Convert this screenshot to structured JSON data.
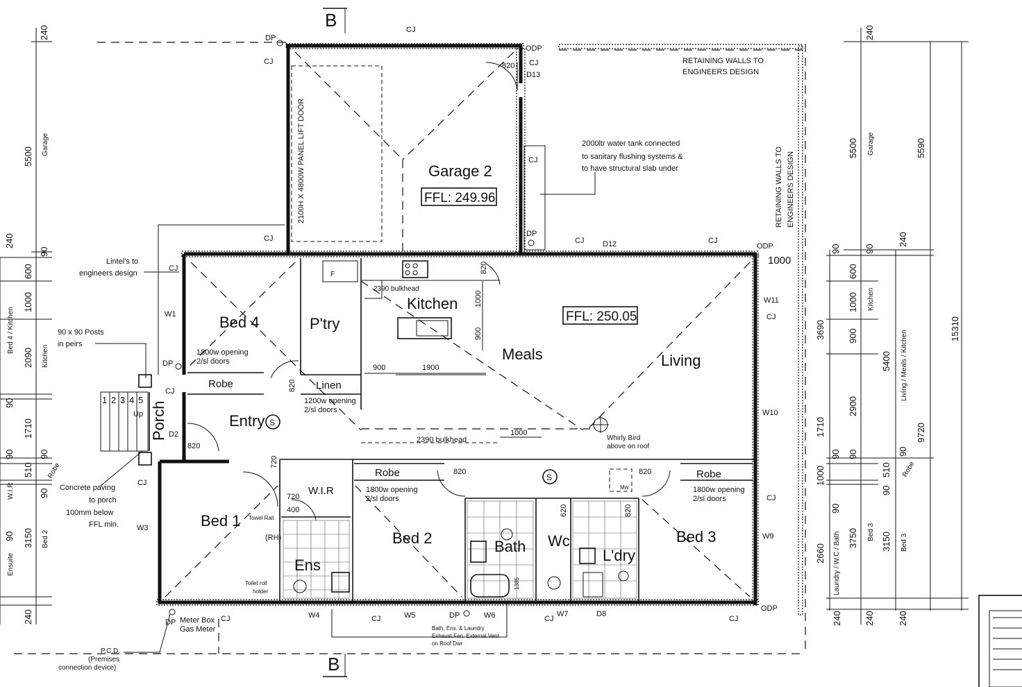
{
  "section_marker": "B",
  "rooms": {
    "garage": "Garage 2",
    "garage_ffl": "FFL: 249.96",
    "bed4": "Bed 4",
    "pantry": "P'try",
    "kitchen": "Kitchen",
    "meals": "Meals",
    "living": "Living",
    "living_ffl": "FFL: 250.05",
    "robe": "Robe",
    "linen": "Linen",
    "entry": "Entry",
    "porch": "Porch",
    "bed1": "Bed 1",
    "wir": "W.I.R",
    "ens": "Ens",
    "bed2": "Bed 2",
    "bath": "Bath",
    "wc": "Wc",
    "laundry": "L'dry",
    "bed3": "Bed 3"
  },
  "notes": {
    "retaining_top_1": "RETAINING WALLS TO",
    "retaining_top_2": "ENGINEERS DESIGN",
    "retaining_side_1": "RETAINING WALLS TO",
    "retaining_side_2": "ENGINEERS DESIGN",
    "tank_1": "2000ltr water tank connected",
    "tank_2": "to sanitary flushing systems &",
    "tank_3": "to have structural slab under",
    "lift_door": "2100H X 4800W PANEL LIFT DOOR",
    "lintels_1": "Lintel's to",
    "lintels_2": "engineers design",
    "posts_1": "90 x 90 Posts",
    "posts_2": "in peirs",
    "paving_1": "Concrete paving",
    "paving_2": "to porch",
    "paving_3": "100mm below",
    "paving_4": "FFL min.",
    "bulkhead_top": "2390 bulkhead",
    "bulkhead_mid": "2390 bulkhead",
    "opening_bed4_1": "1800w opening",
    "opening_bed4_2": "2/sl doors",
    "opening_linen_1": "1200w opening",
    "opening_linen_2": "2/sl doors",
    "opening_bed2_1": "1800w opening",
    "opening_bed2_2": "2/sl doors",
    "opening_bed3_1": "1800w opening",
    "opening_bed3_2": "2/sl doors",
    "whirly_1": "Whirly Bird",
    "whirly_2": "above on roof",
    "towel_rail": "Towel Rail",
    "rh": "(RH)",
    "toilet_roll_1": "Toilet roll",
    "toilet_roll_2": "holder",
    "meter_1": "Meter Box",
    "meter_2": "Gas Meter",
    "pcd_1": "P.C.D.",
    "pcd_2": "(Premises",
    "pcd_3": "connection device)",
    "exhaust_1": "Bath, Ens. & Laundry",
    "exhaust_2": "Exhaust Fan. External Vent",
    "exhaust_3": "on Roof Dwr",
    "fridge": "F",
    "mw": "Mw",
    "up": "Up",
    "stair_steps": [
      "1",
      "2",
      "3",
      "4",
      "5"
    ]
  },
  "tags": {
    "dp": "DP",
    "cj": "CJ",
    "odp": "ODP",
    "d13": "D13",
    "d12": "D12",
    "d2": "D2",
    "d8": "D8",
    "w1": "W1",
    "w3": "W3",
    "w4": "W4",
    "w5": "W5",
    "w6": "W6",
    "w7": "W7",
    "w9": "W9",
    "w10": "W10",
    "w11": "W11"
  },
  "door_widths": {
    "garage": "820",
    "meals": "820",
    "bed4": "820",
    "entry": "820",
    "bed2": "820",
    "bed3": "820",
    "wir": "720",
    "ens": "400",
    "ens_b": "720",
    "wc": "620",
    "ldry": "820",
    "top_right": "1000",
    "bulk_gap": "1000",
    "kitchen_vert": "1000",
    "kitchen_900": "900",
    "bath_1385": "1385"
  },
  "kitchen_dims": {
    "a": "900",
    "b": "1900"
  },
  "dims_left_outer": {
    "d240a": "240",
    "d5500": "5500",
    "garage": "Garage",
    "d240b": "240",
    "d90a": "90",
    "d600": "600",
    "d1000": "1000",
    "d2090": "2090",
    "kitchen": "Kitchen",
    "bed4k": "Bed 4 / Kitchen",
    "d90b": "90",
    "d1710": "1710",
    "d90c": "90",
    "d510": "510",
    "robe": "Robe",
    "d90d": "90",
    "wir": "W.I.R",
    "d3150": "3150",
    "bed2": "Bed 2",
    "d90e": "90",
    "ensuite": "Ensuite",
    "d240c": "240"
  },
  "dims_right": {
    "d240a": "240",
    "d5500": "5500",
    "garage": "Garage",
    "d5590": "5590",
    "d90a": "90",
    "d240b": "240",
    "d600": "600",
    "d1000": "1000",
    "kitchen": "Kitchen",
    "d3690": "3690",
    "d900": "900",
    "d5400": "5400",
    "lmk": "Living / Meals / Kitchen",
    "d15310": "15310",
    "d2900": "2900",
    "d1710": "1710",
    "d9720": "9720",
    "d90b": "90",
    "d510": "510",
    "robe": "Robe",
    "d90c": "90",
    "d1000b": "1000",
    "d90d": "90",
    "lwb": "Laundry / W.C / Bath",
    "d3750": "3750",
    "bed3": "Bed 3",
    "d3150": "3150",
    "bed3b": "Bed 3",
    "d2660": "2660",
    "d240c": "240",
    "d240d": "240",
    "d240e": "240"
  }
}
